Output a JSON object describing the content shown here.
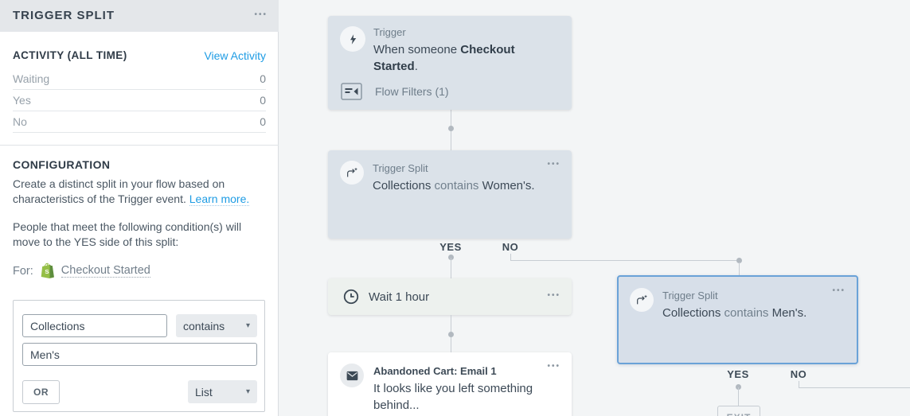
{
  "colors": {
    "link_blue": "#1e9ce4",
    "selected_card_border": "#6aa2d8",
    "shopify_green": "#95bf47",
    "card_blue_gray": "#dbe2e9",
    "wait_card_green": "#edf1ee",
    "canvas_bg": "#f3f5f6"
  },
  "icons": {
    "ellipsis": "•••",
    "caret": "▾"
  },
  "sidebar": {
    "header": {
      "title": "TRIGGER SPLIT"
    },
    "activity": {
      "heading": "ACTIVITY (ALL TIME)",
      "link": "View Activity",
      "rows": [
        {
          "label": "Waiting",
          "value": "0"
        },
        {
          "label": "Yes",
          "value": "0"
        },
        {
          "label": "No",
          "value": "0"
        }
      ]
    },
    "configuration": {
      "heading": "CONFIGURATION",
      "description": "Create a distinct split in your flow based on characteristics of the Trigger event.",
      "learn_more": "Learn more.",
      "condition_note": "People that meet the following condition(s) will move to the YES side of this split:",
      "for_label": "For:",
      "for_event": "Checkout Started"
    },
    "condition_builder": {
      "field_value": "Collections",
      "operator_value": "contains",
      "value_input": "Men's",
      "or_button": "OR",
      "connector_value": "List"
    }
  },
  "canvas": {
    "trigger_card": {
      "type_label": "Trigger",
      "text_prefix": "When someone ",
      "text_bold": "Checkout Started",
      "text_suffix": ".",
      "filters_label": "Flow Filters (1)"
    },
    "split_women": {
      "type_label": "Trigger Split",
      "field": "Collections",
      "operator": " contains ",
      "value": "Women's."
    },
    "wait_card": {
      "label": "Wait 1 hour"
    },
    "email_card": {
      "title": "Abandoned Cart: Email 1",
      "preview": "It looks like you left something behind..."
    },
    "split_men": {
      "type_label": "Trigger Split",
      "field": "Collections",
      "operator": " contains ",
      "value": "Men's."
    },
    "branch_labels": {
      "yes": "YES",
      "no": "NO"
    },
    "exit_label": "EXIT"
  }
}
